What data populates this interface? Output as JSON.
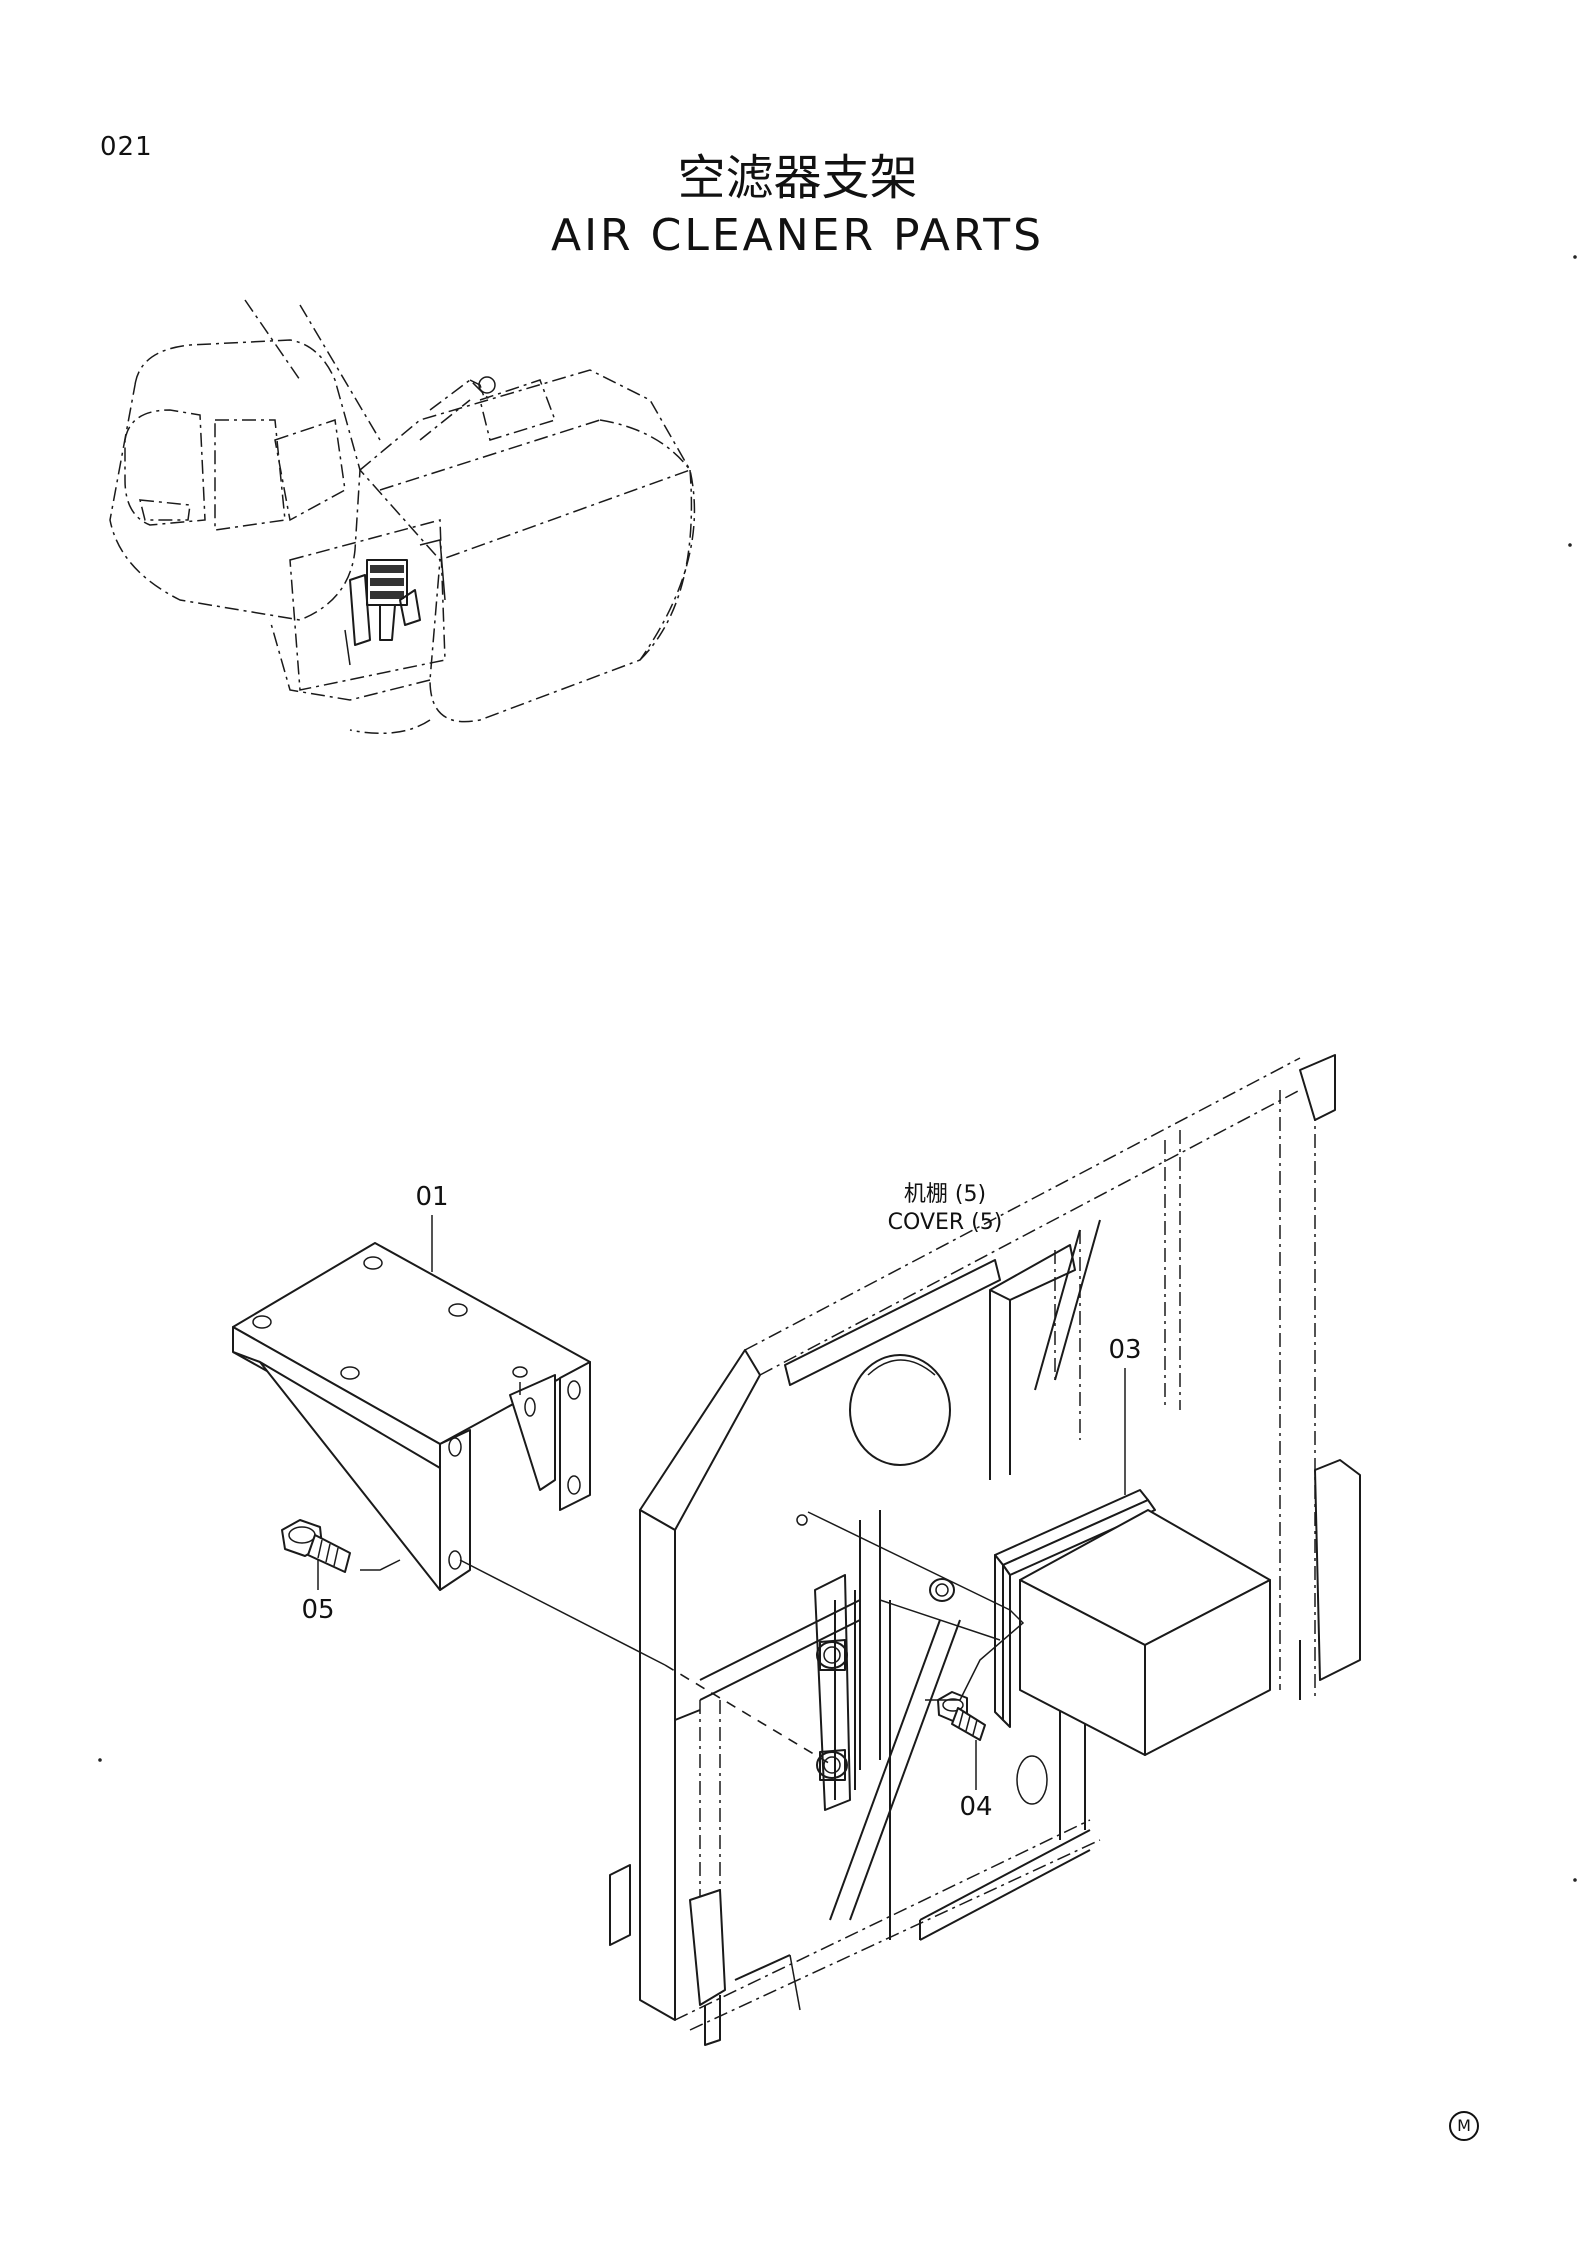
{
  "page": {
    "number": "021",
    "title_cn": "空滤器支架",
    "title_en": "AIR CLEANER PARTS",
    "corner_mark": "M"
  },
  "callouts": {
    "p01": "01",
    "p03": "03",
    "p04": "04",
    "p05": "05"
  },
  "reference": {
    "cover_cn": "机棚 (5)",
    "cover_en": "COVER (5)"
  }
}
